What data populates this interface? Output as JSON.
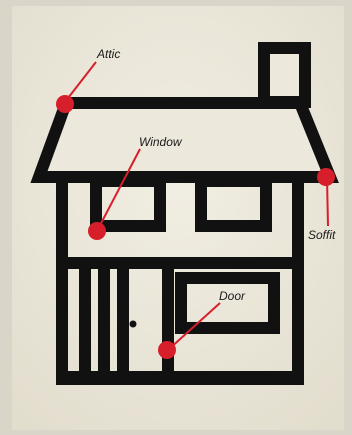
{
  "labels": {
    "attic": "Attic",
    "window": "Window",
    "soffit": "Soffit",
    "door": "Door"
  },
  "colors": {
    "paper": "#ece8db",
    "ink": "#111111",
    "marker": "#d71f2b"
  }
}
